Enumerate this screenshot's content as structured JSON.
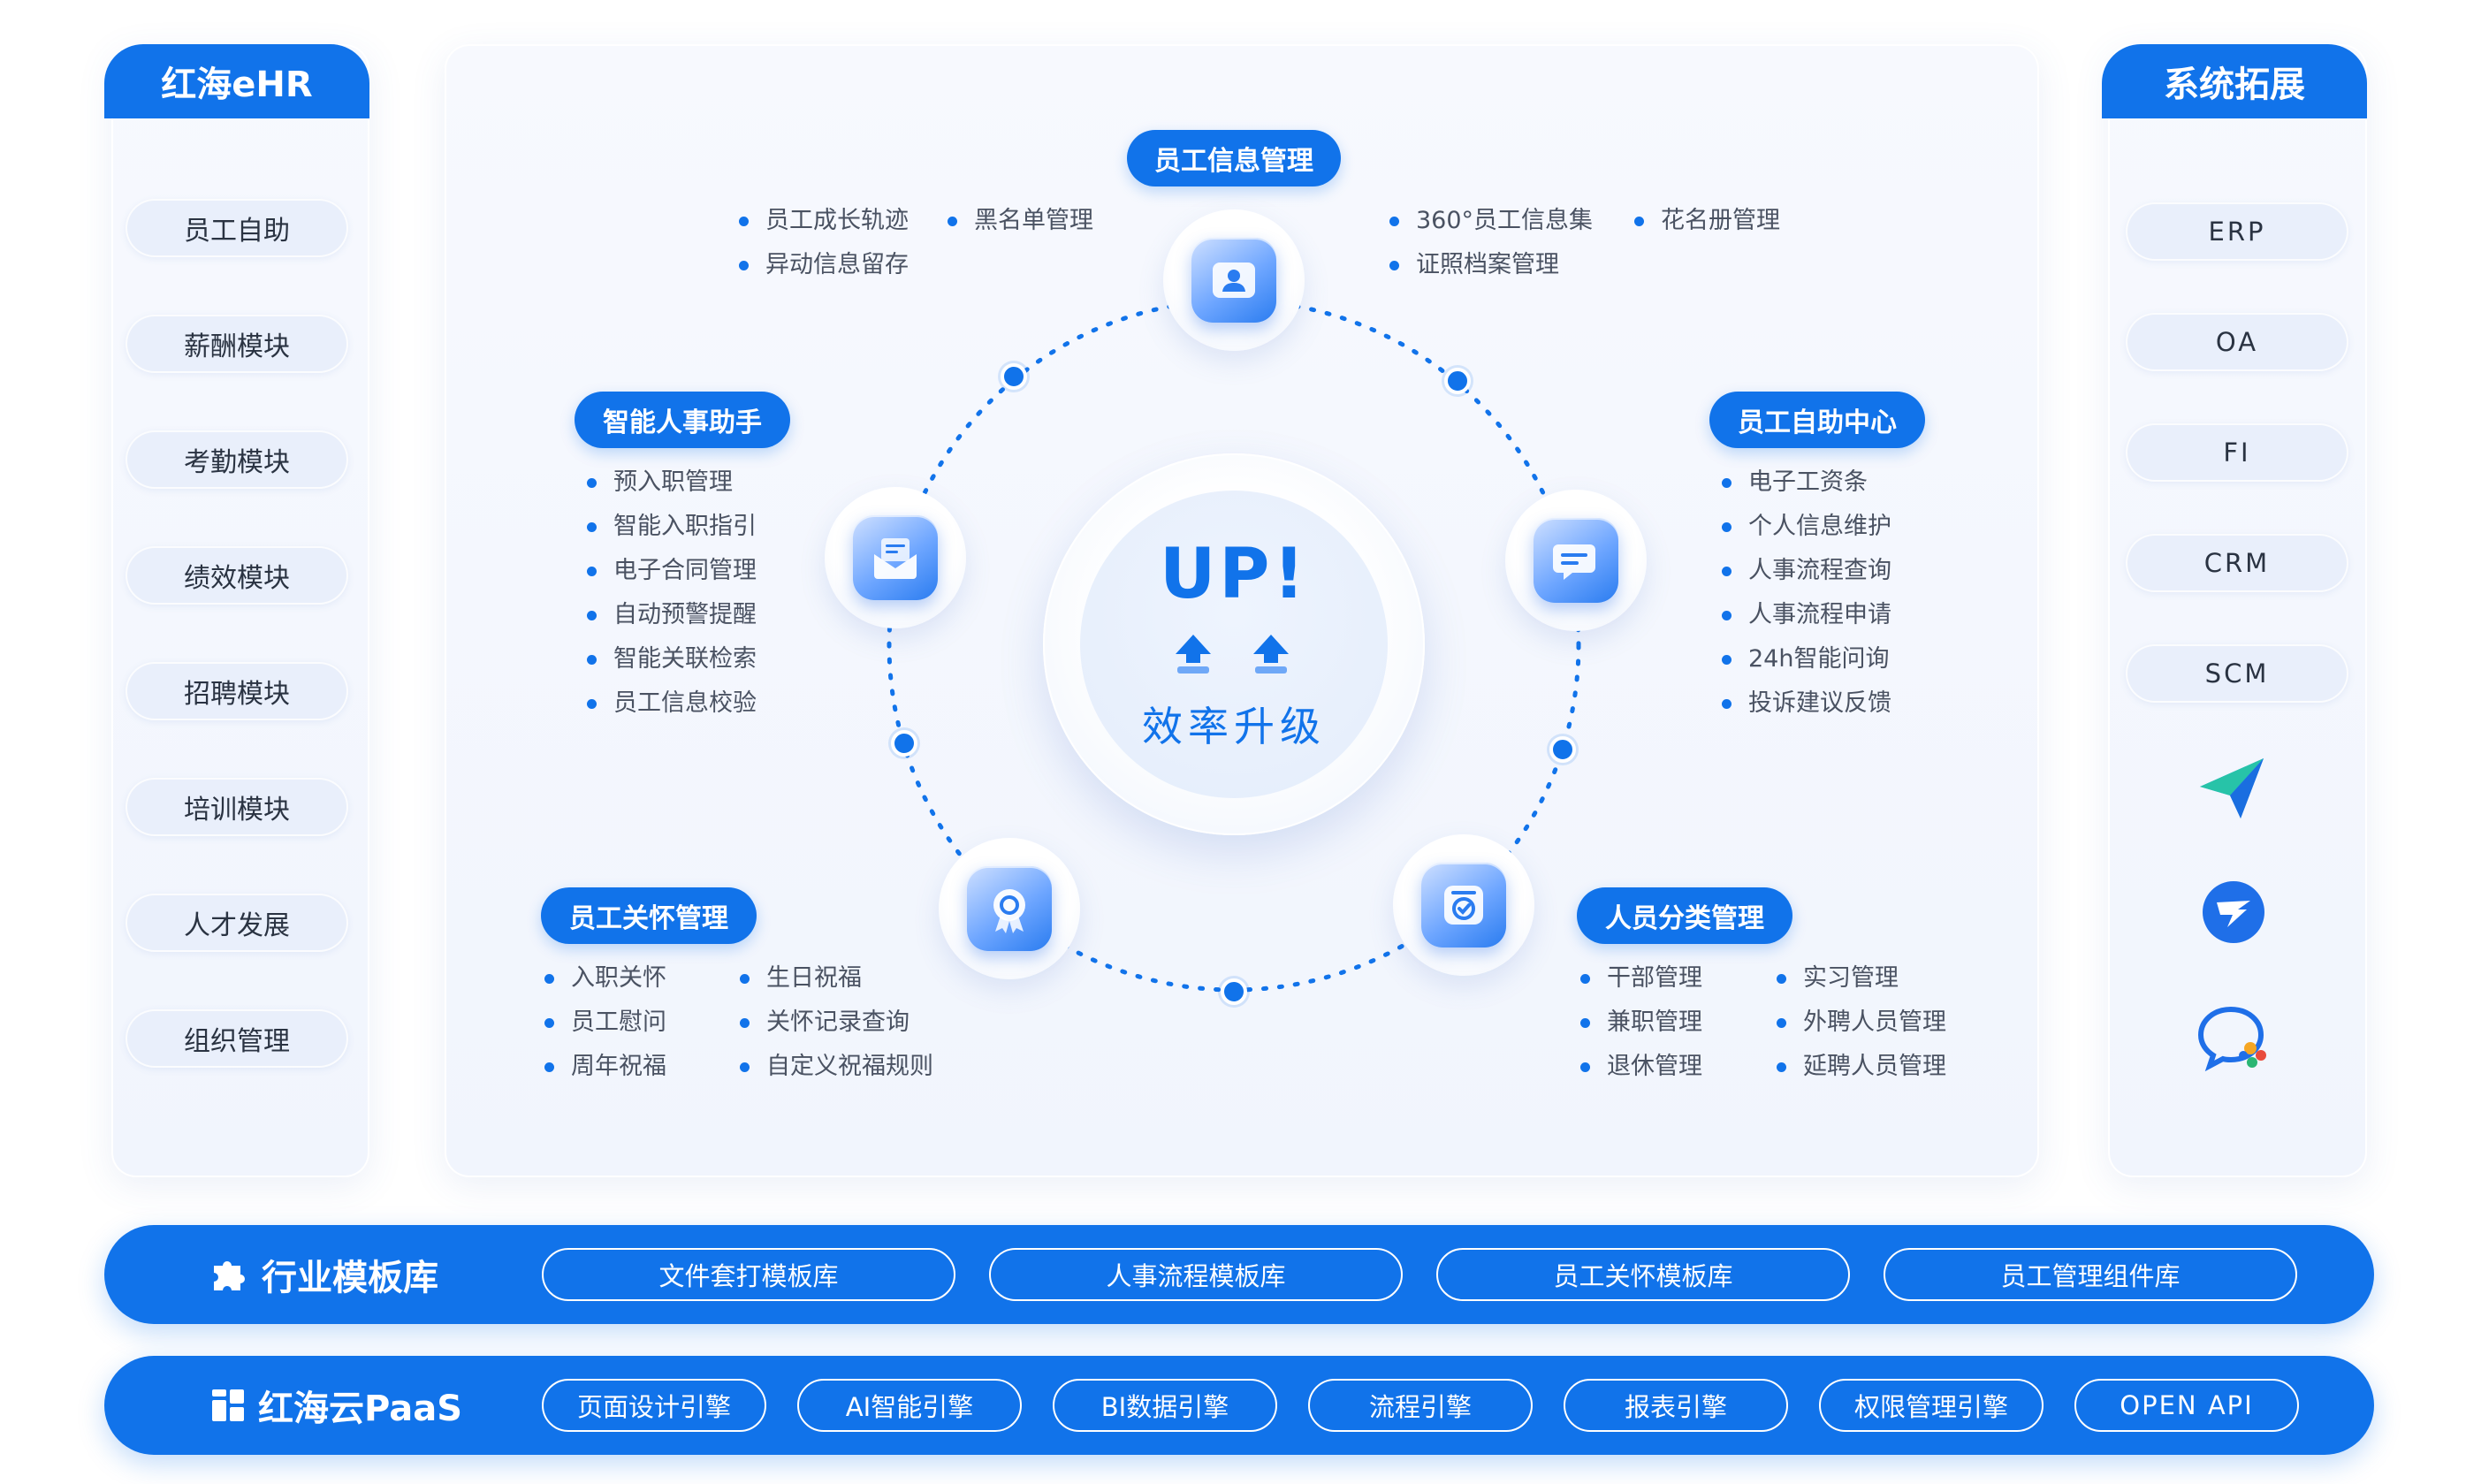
{
  "left_panel": {
    "title": "红海eHR",
    "items": [
      "员工自助",
      "薪酬模块",
      "考勤模块",
      "绩效模块",
      "招聘模块",
      "培训模块",
      "人才发展",
      "组织管理"
    ]
  },
  "right_panel": {
    "title": "系统拓展",
    "systems": [
      "ERP",
      "OA",
      "FI",
      "CRM",
      "SCM"
    ],
    "app_icons": [
      "paper-plane-icon",
      "feishu-icon",
      "wecom-icon"
    ]
  },
  "center": {
    "up_text": "UP!",
    "subtitle": "效率升级",
    "modules": [
      {
        "title": "员工信息管理",
        "icon": "user-card-icon",
        "left_items": [
          "员工成长轨迹",
          "异动信息留存"
        ],
        "mid_items": [
          "黑名单管理"
        ],
        "right_items": [
          "360°员工信息集",
          "证照档案管理"
        ],
        "far_items": [
          "花名册管理"
        ]
      },
      {
        "title": "员工自助中心",
        "icon": "chat-icon",
        "items": [
          "电子工资条",
          "个人信息维护",
          "人事流程查询",
          "人事流程申请",
          "24h智能问询",
          "投诉建议反馈"
        ]
      },
      {
        "title": "人员分类管理",
        "icon": "checkbox-card-icon",
        "col1": [
          "干部管理",
          "兼职管理",
          "退休管理"
        ],
        "col2": [
          "实习管理",
          "外聘人员管理",
          "延聘人员管理"
        ]
      },
      {
        "title": "员工关怀管理",
        "icon": "award-icon",
        "col1": [
          "入职关怀",
          "员工慰问",
          "周年祝福"
        ],
        "col2": [
          "生日祝福",
          "关怀记录查询",
          "自定义祝福规则"
        ]
      },
      {
        "title": "智能人事助手",
        "icon": "mail-icon",
        "items": [
          "预入职管理",
          "智能入职指引",
          "电子合同管理",
          "自动预警提醒",
          "智能关联检索",
          "员工信息校验"
        ]
      }
    ]
  },
  "template_bar": {
    "title": "行业模板库",
    "items": [
      "文件套打模板库",
      "人事流程模板库",
      "员工关怀模板库",
      "员工管理组件库"
    ]
  },
  "paas_bar": {
    "title": "红海云PaaS",
    "items": [
      "页面设计引擎",
      "AI智能引擎",
      "BI数据引擎",
      "流程引擎",
      "报表引擎",
      "权限管理引擎",
      "OPEN API"
    ]
  },
  "colors": {
    "primary": "#1173ea",
    "pill_bg": "#e9effb",
    "text": "#2a3342"
  }
}
